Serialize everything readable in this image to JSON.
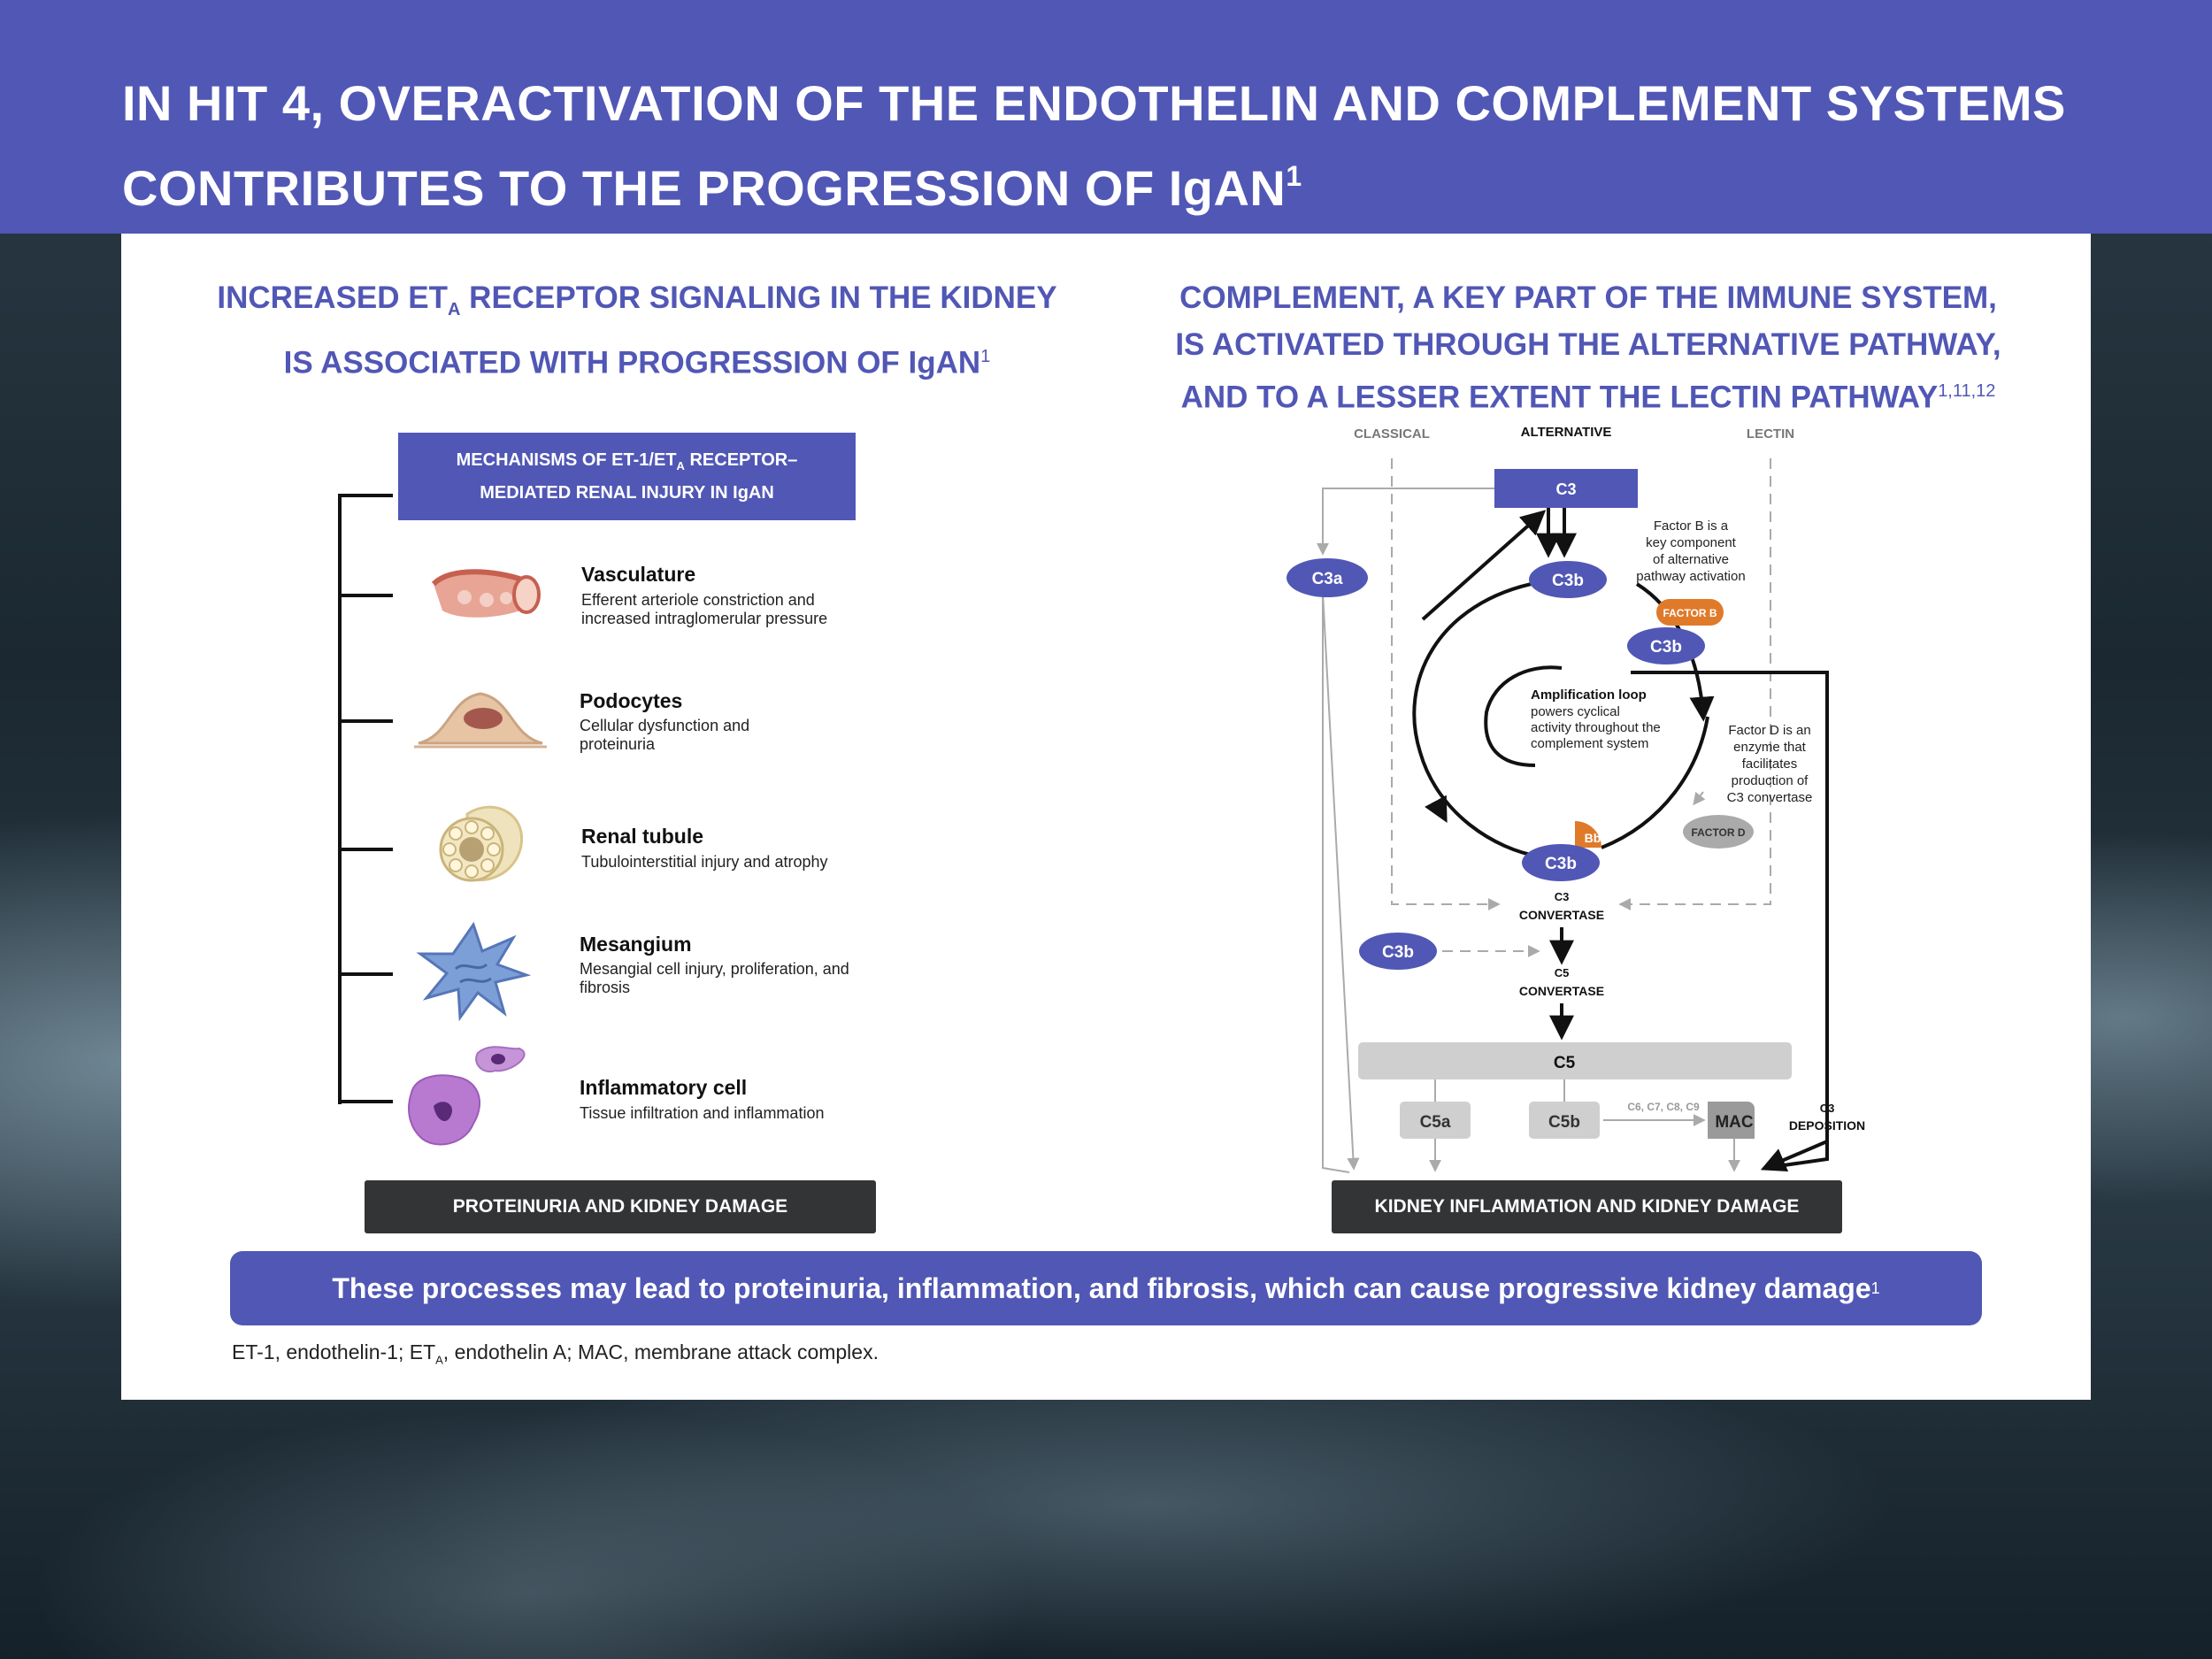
{
  "header": {
    "line1": "IN HIT 4, OVERACTIVATION OF THE ENDOTHELIN AND COMPLEMENT SYSTEMS",
    "line2": "CONTRIBUTES TO THE PROGRESSION OF IgAN",
    "ref": "1"
  },
  "left": {
    "heading_p1": "INCREASED ET",
    "heading_sub": "A",
    "heading_p2": " RECEPTOR SIGNALING IN THE KIDNEY",
    "heading_line2": "IS ASSOCIATED WITH PROGRESSION OF IgAN",
    "heading_ref": "1",
    "mech_p1": "MECHANISMS OF ET-1/ET",
    "mech_sub": "A",
    "mech_p2": " RECEPTOR–",
    "mech_line2": "MEDIATED RENAL INJURY IN IgAN",
    "items": [
      {
        "title": "Vasculature",
        "desc": "Efferent arteriole constriction and increased intraglomerular pressure"
      },
      {
        "title": "Podocytes",
        "desc": "Cellular dysfunction and proteinuria"
      },
      {
        "title": "Renal tubule",
        "desc": "Tubulointerstitial injury and atrophy"
      },
      {
        "title": "Mesangium",
        "desc": "Mesangial cell injury, proliferation, and fibrosis"
      },
      {
        "title": "Inflammatory cell",
        "desc": "Tissue infiltration and inflammation"
      }
    ],
    "outcome": "PROTEINURIA AND KIDNEY DAMAGE"
  },
  "right": {
    "heading_line1": "COMPLEMENT, A KEY PART OF THE IMMUNE SYSTEM,",
    "heading_line2": "IS ACTIVATED THROUGH THE ALTERNATIVE PATHWAY,",
    "heading_line3": "AND TO A LESSER EXTENT THE LECTIN PATHWAY",
    "heading_ref": "1,11,12",
    "diagram": {
      "classical": "CLASSICAL",
      "alternative": "ALTERNATIVE",
      "lectin": "LECTIN",
      "c3": "C3",
      "c3a": "C3a",
      "c3b": "C3b",
      "factor_b": "FACTOR B",
      "factor_d": "FACTOR D",
      "bb": "Bb",
      "note_factor_b": [
        "Factor B is a",
        "key component",
        "of alternative",
        "pathway activation"
      ],
      "amp_title": "Amplification loop",
      "amp_desc": [
        "powers cyclical",
        "activity throughout the",
        "complement system"
      ],
      "note_factor_d": [
        "Factor D is an",
        "enzyme that",
        "facilitates",
        "production of",
        "C3 convertase"
      ],
      "c3_convertase": [
        "C3",
        "CONVERTASE"
      ],
      "c5_convertase": [
        "C5",
        "CONVERTASE"
      ],
      "c5": "C5",
      "c5a": "C5a",
      "c5b": "C5b",
      "c6789": "C6, C7, C8, C9",
      "mac": "MAC",
      "c3_deposition": [
        "C3",
        "DEPOSITION"
      ]
    },
    "outcome": "KIDNEY INFLAMMATION AND KIDNEY DAMAGE"
  },
  "banner": {
    "text": "These processes may lead to proteinuria, inflammation, and fibrosis, which can cause progressive kidney damage",
    "ref": "1"
  },
  "footnote": {
    "p1": "ET-1, endothelin-1; ET",
    "sub": "A",
    "p2": ", endothelin A; MAC, membrane attack complex."
  },
  "colors": {
    "brand": "#5157b5",
    "orange": "#e07a2b",
    "dark": "#333436",
    "gray": "#cfcfcf"
  }
}
